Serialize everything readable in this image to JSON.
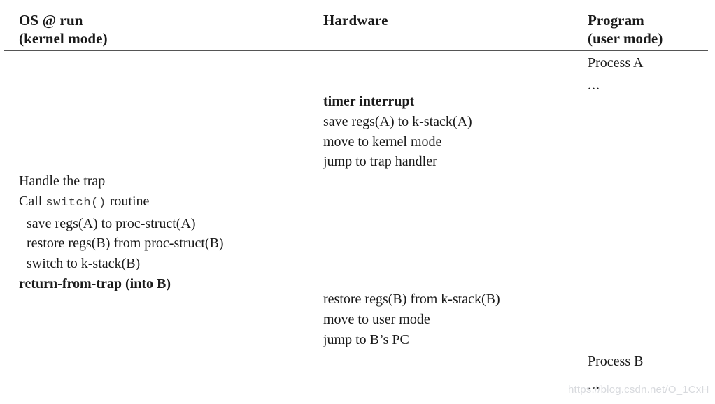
{
  "figure": {
    "columns": [
      {
        "id": "os",
        "title_line1": "OS @ run",
        "title_line2": "(kernel mode)"
      },
      {
        "id": "hardware",
        "title_line1": "Hardware",
        "title_line2": ""
      },
      {
        "id": "program",
        "title_line1": "Program",
        "title_line2": "(user mode)"
      }
    ],
    "program_a": {
      "label": "Process A",
      "ellipsis": "..."
    },
    "hardware_trap": {
      "heading": "timer interrupt",
      "steps": [
        "save regs(A) to k-stack(A)",
        "move to kernel mode",
        "jump to trap handler"
      ]
    },
    "os_switch": {
      "line1": "Handle the trap",
      "call_prefix": "Call ",
      "call_mono": "switch()",
      "call_suffix": " routine",
      "steps": [
        "save regs(A) to proc-struct(A)",
        "restore regs(B) from proc-struct(B)",
        "switch to k-stack(B)"
      ],
      "footer": "return-from-trap (into B)"
    },
    "hardware_return": {
      "steps": [
        "restore regs(B) from k-stack(B)",
        "move to user mode",
        "jump to B’s PC"
      ]
    },
    "program_b": {
      "label": "Process B",
      "ellipsis": "..."
    },
    "watermark": "https://blog.csdn.net/O_1CxH",
    "colors": {
      "background": "#ffffff",
      "text": "#1a1a1a",
      "rule": "#555555",
      "mono_text": "#3a3a3a",
      "watermark": "#d8dade"
    }
  }
}
